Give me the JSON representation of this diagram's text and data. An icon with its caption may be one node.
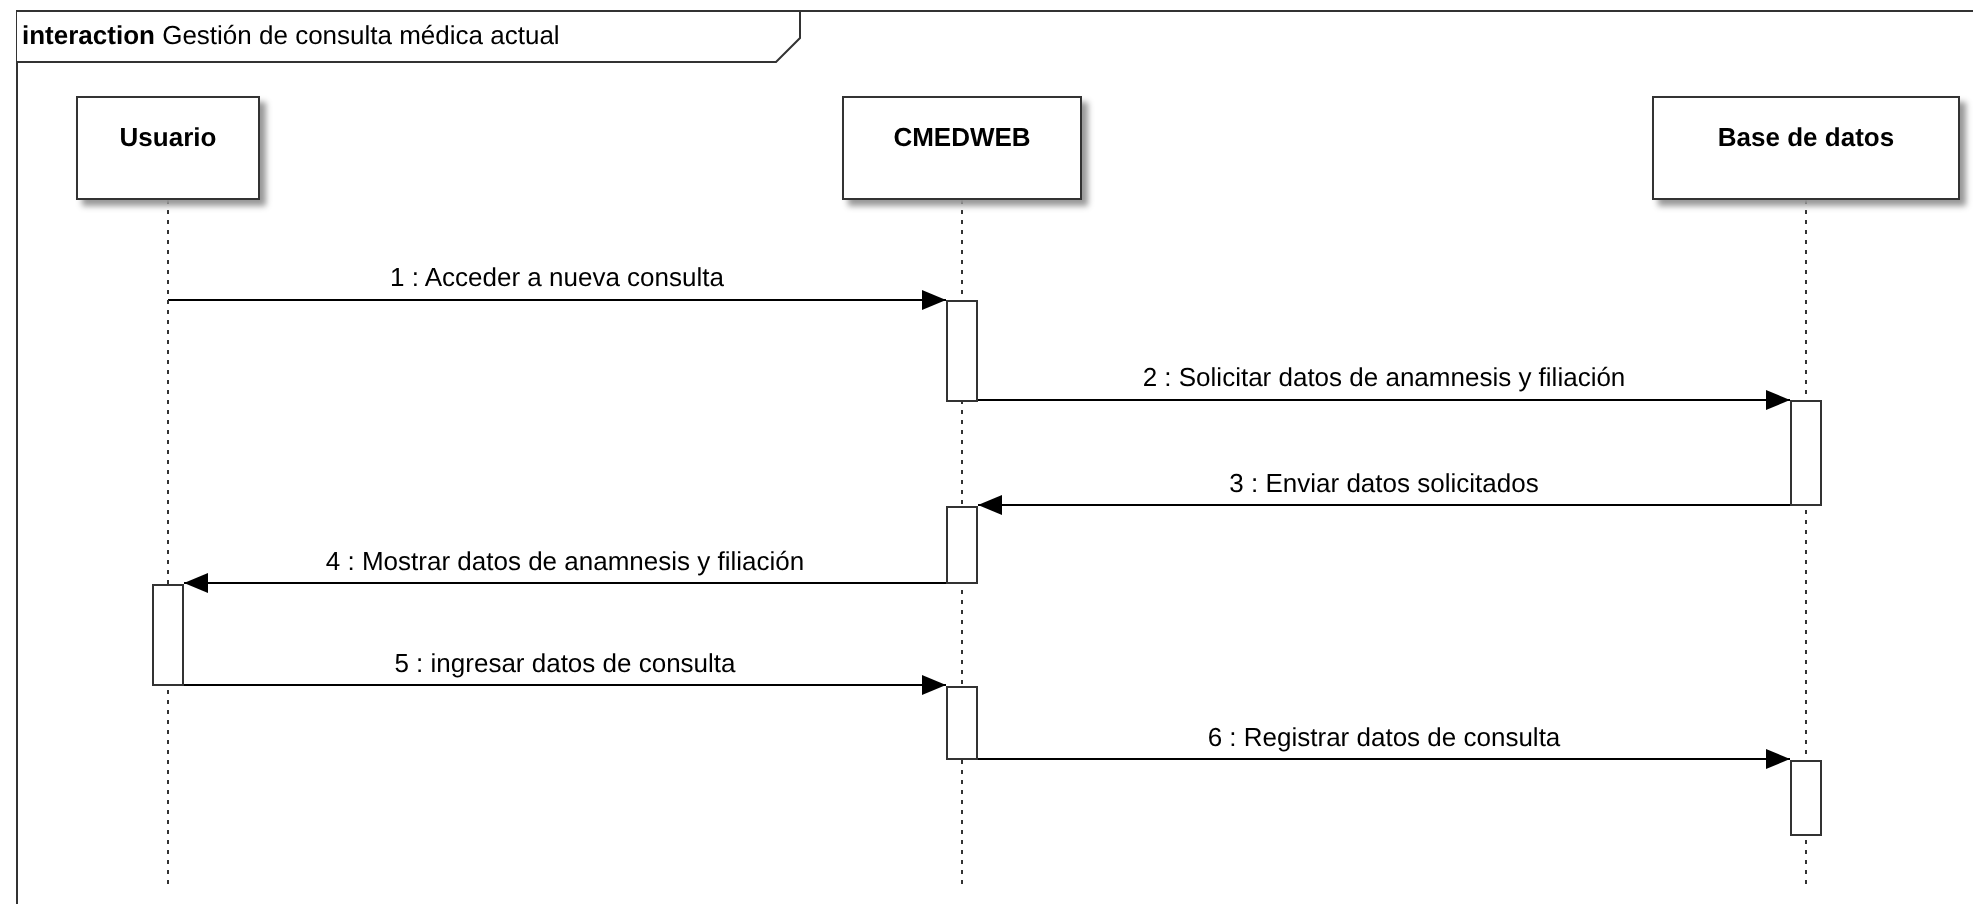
{
  "diagram": {
    "nodes": [
      {
        "text": [
          "**interaction** Gestión de consulta médica actual"
        ]
      },
      {
        "text": [
          "Usuario"
        ],
        "in": 0
      },
      {
        "text": [
          "CMEDWEB"
        ],
        "in": 0
      },
      {
        "text": [
          "Base de datos"
        ],
        "in": 0
      },
      {
        "text": [],
        "shape": "bar",
        "in": 2
      },
      {
        "text": [],
        "shape": "bar",
        "in": 3
      },
      {
        "text": [],
        "shape": "bar",
        "in": 2
      },
      {
        "text": [],
        "shape": "bar",
        "in": 1
      },
      {
        "text": [],
        "shape": "bar",
        "in": 2
      },
      {
        "text": [],
        "shape": "bar",
        "in": 3
      }
    ],
    "edges": [
      {
        "from": 1,
        "to": 4,
        "arrow": "to",
        "label": "1 : Acceder a nueva consulta"
      },
      {
        "from": 4,
        "to": 5,
        "arrow": "to",
        "label": "2 : Solicitar datos de anamnesis y filiación"
      },
      {
        "from": 5,
        "to": 6,
        "arrow": "to",
        "label": "3 : Enviar datos solicitados"
      },
      {
        "from": 6,
        "to": 7,
        "arrow": "to",
        "label": "4 : Mostrar datos de anamnesis y filiación"
      },
      {
        "from": 7,
        "to": 8,
        "arrow": "to",
        "label": "5 : ingresar datos de consulta"
      },
      {
        "from": 8,
        "to": 9,
        "arrow": "to",
        "label": "6 : Registrar datos de consulta"
      }
    ]
  }
}
